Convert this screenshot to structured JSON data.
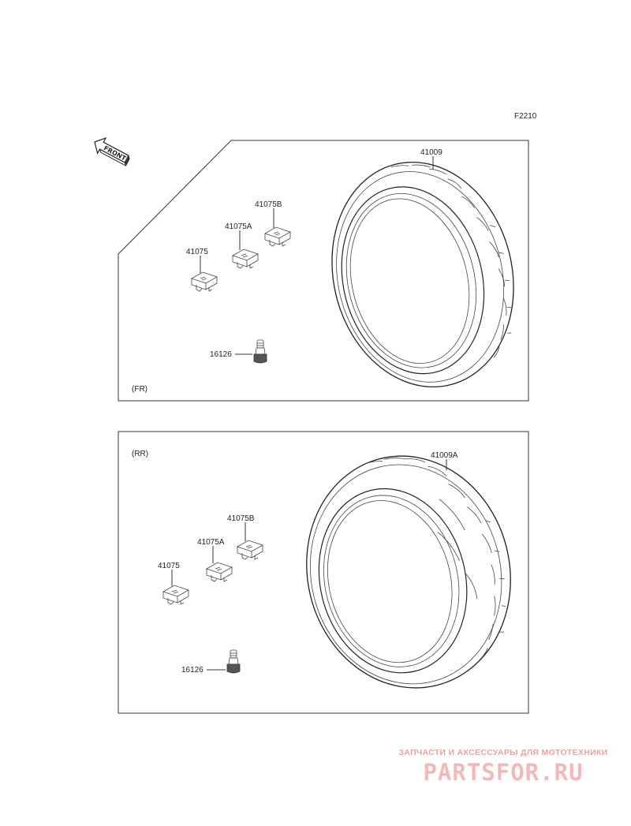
{
  "diagram_code": "F2210",
  "front_arrow_label": "FRONT",
  "sections": {
    "front": {
      "tag": "(FR)",
      "tire_part": "41009",
      "weight_a_part": "41075",
      "weight_b_part": "41075A",
      "weight_c_part": "41075B",
      "valve_part": "16126"
    },
    "rear": {
      "tag": "(RR)",
      "tire_part": "41009A",
      "weight_a_part": "41075",
      "weight_b_part": "41075A",
      "weight_c_part": "41075B",
      "valve_part": "16126"
    }
  },
  "watermark": {
    "tagline": "ЗАПЧАСТИ И АКСЕССУАРЫ ДЛЯ МОТОТЕХНИКИ",
    "logo": "PARTSFOR.RU"
  }
}
